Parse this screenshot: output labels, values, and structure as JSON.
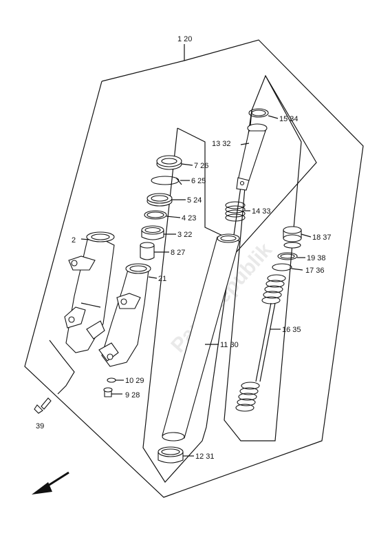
{
  "watermark": "PartsRepublik",
  "callouts": [
    {
      "id": "c1",
      "text": "1  20"
    },
    {
      "id": "c2",
      "text": "2"
    },
    {
      "id": "c3",
      "text": "3  22"
    },
    {
      "id": "c4",
      "text": "4  23"
    },
    {
      "id": "c5",
      "text": "5  24"
    },
    {
      "id": "c6",
      "text": "6  25"
    },
    {
      "id": "c7",
      "text": "7  26"
    },
    {
      "id": "c8",
      "text": "8  27"
    },
    {
      "id": "c9",
      "text": "9  28"
    },
    {
      "id": "c10",
      "text": "10  29"
    },
    {
      "id": "c11",
      "text": "11  30"
    },
    {
      "id": "c12",
      "text": "12  31"
    },
    {
      "id": "c13",
      "text": "13  32"
    },
    {
      "id": "c14",
      "text": "14  33"
    },
    {
      "id": "c15",
      "text": "15  34"
    },
    {
      "id": "c16",
      "text": "16  35"
    },
    {
      "id": "c17",
      "text": "17  36"
    },
    {
      "id": "c18",
      "text": "18  37"
    },
    {
      "id": "c19",
      "text": "19  38"
    },
    {
      "id": "c21",
      "text": "21"
    },
    {
      "id": "c39",
      "text": "39"
    }
  ]
}
